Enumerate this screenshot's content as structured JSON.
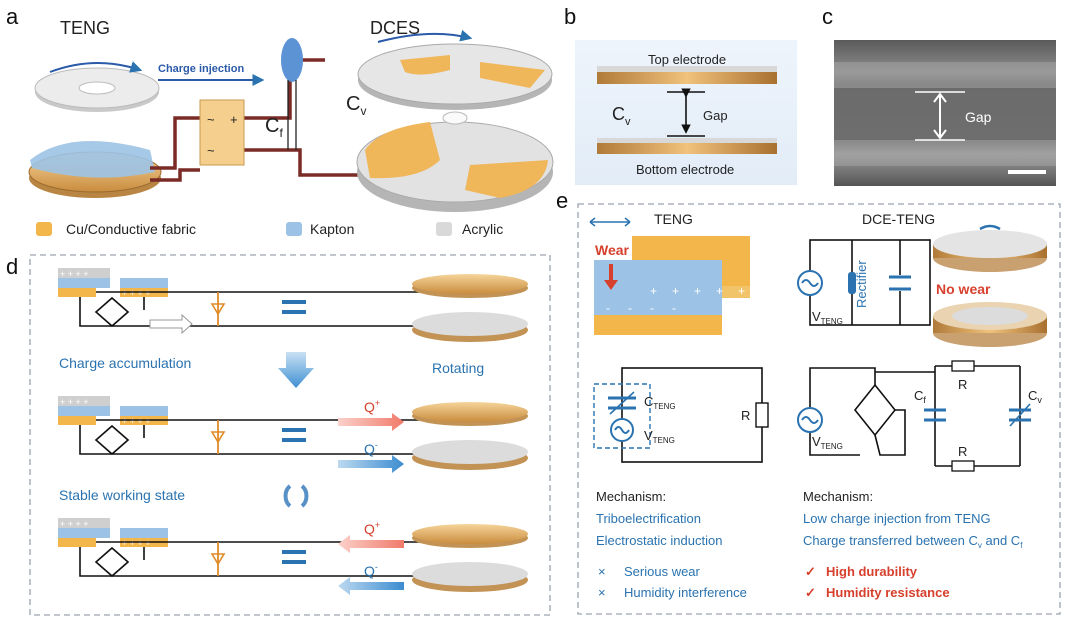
{
  "panels": {
    "a": "a",
    "b": "b",
    "c": "c",
    "d": "d",
    "e": "e"
  },
  "a": {
    "teng_title": "TENG",
    "dces_title": "DCES",
    "charge_injection": "Charge injection",
    "cf": "C",
    "cf_sub": "f",
    "cv": "C",
    "cv_sub": "v",
    "bridge_plus": "+",
    "bridge_tilde": "~"
  },
  "legend": {
    "items": [
      {
        "label": "Cu/Conductive fabric",
        "color": "#f2b64a"
      },
      {
        "label": "Kapton",
        "color": "#9cc3e6"
      },
      {
        "label": "Acrylic",
        "color": "#d9d9d9"
      }
    ]
  },
  "b": {
    "top": "Top electrode",
    "bottom": "Bottom electrode",
    "gap": "Gap",
    "cv": "C",
    "cv_sub": "v"
  },
  "c": {
    "gap": "Gap"
  },
  "d": {
    "charge_acc": "Charge accumulation",
    "rotating": "Rotating",
    "stable": "Stable working state",
    "q_plus": "Q",
    "q_minus": "Q",
    "sup_plus": "+",
    "sup_minus": "-",
    "plus4": "+ + + +",
    "minus4": "- - - -"
  },
  "e": {
    "teng": "TENG",
    "dce_teng": "DCE-TENG",
    "wear": "Wear",
    "no_wear": "No wear",
    "rectifier": "Rectifier",
    "v": "V",
    "teng_sub": "TENG",
    "c": "C",
    "r": "R",
    "cf_sub": "f",
    "cv_sub": "v",
    "mech_left_title": "Mechanism:",
    "mech_left_1": "Triboelectrification",
    "mech_left_2": "Electrostatic induction",
    "mech_right_title": "Mechanism:",
    "mech_right_1": "Low charge injection from TENG",
    "mech_right_2_pre": "Charge transferred between C",
    "mech_right_2_mid": " and C",
    "bad_1": "Serious wear",
    "bad_2": "Humidity  interference",
    "good_1": "High durability",
    "good_2": "Humidity resistance",
    "x_mark": "×",
    "check_mark": "✓",
    "plus": "+",
    "minus": "-"
  },
  "colors": {
    "copper": "#f2b64a",
    "kapton": "#9cc3e6",
    "acrylic": "#d9d9d9",
    "accent_blue": "#2a73b0",
    "accent_red": "#d7402d"
  }
}
